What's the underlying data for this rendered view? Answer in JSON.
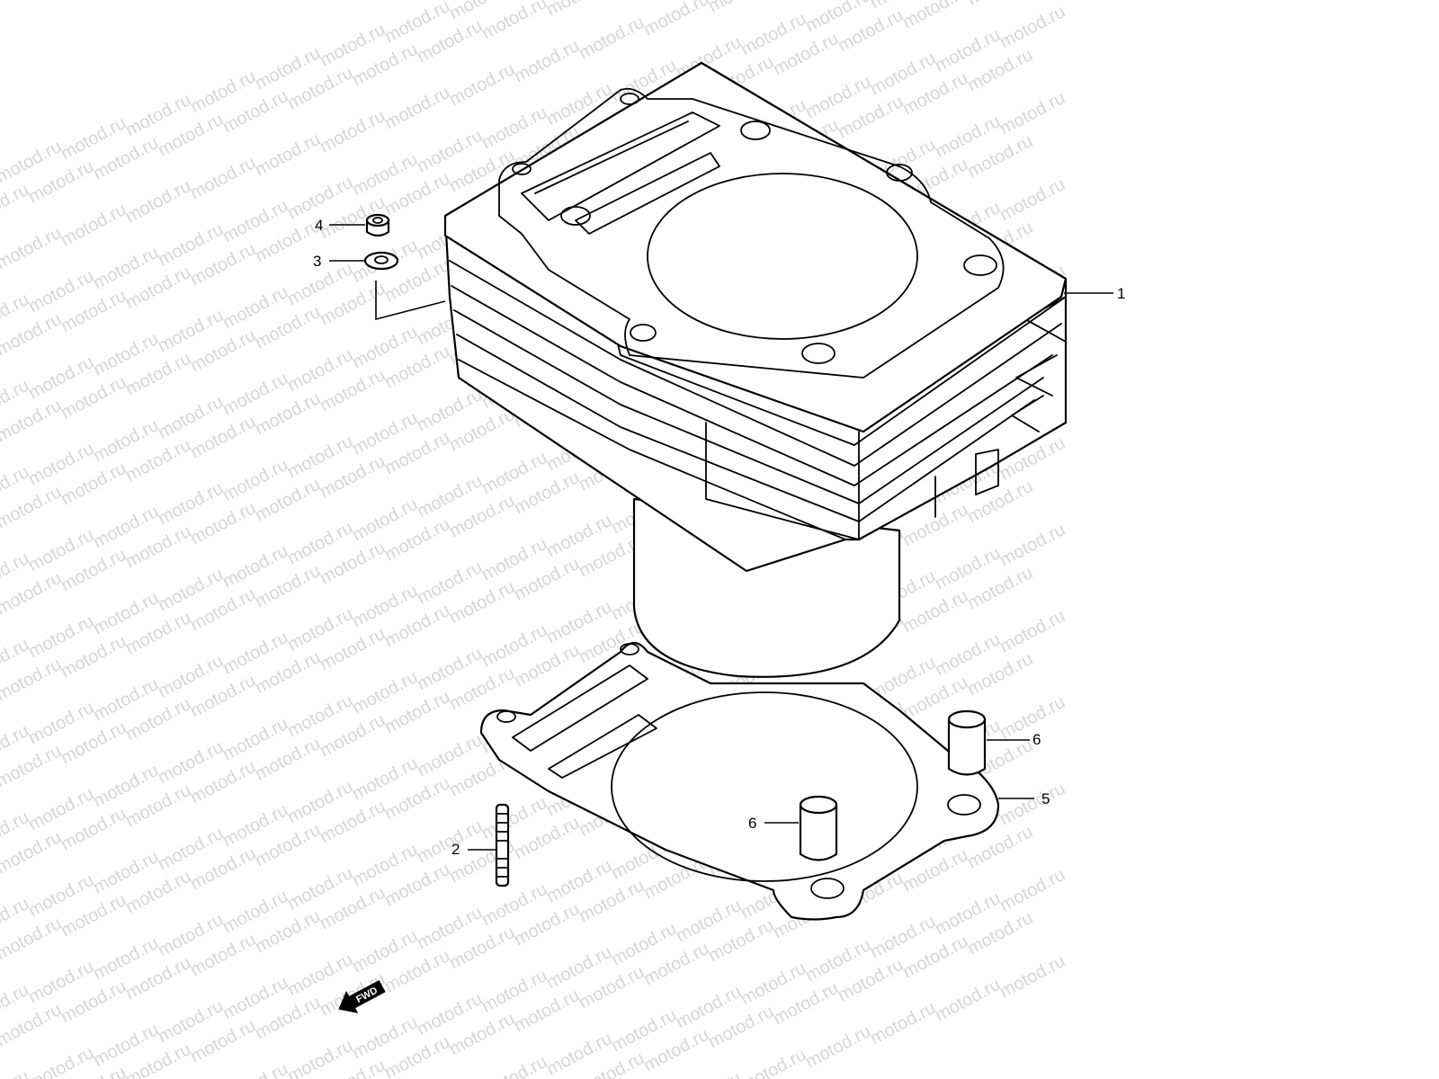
{
  "watermark": "motod.ru",
  "callouts": [
    {
      "id": "c1",
      "label": "1"
    },
    {
      "id": "c2",
      "label": "2"
    },
    {
      "id": "c3",
      "label": "3"
    },
    {
      "id": "c4",
      "label": "4"
    },
    {
      "id": "c5",
      "label": "5"
    },
    {
      "id": "c6a",
      "label": "6"
    },
    {
      "id": "c6b",
      "label": "6"
    }
  ],
  "direction_marker": {
    "label": "FWD"
  },
  "colors": {
    "line": "#000000",
    "background": "#ffffff",
    "watermark": "#d6d6d6"
  }
}
